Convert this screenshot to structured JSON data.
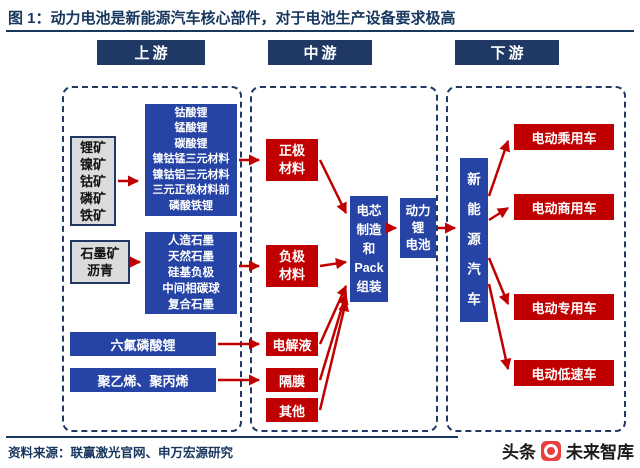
{
  "figure": {
    "title": "图 1：动力电池是新能源汽车核心部件，对于电池生产设备要求极高",
    "source": "资料来源：联赢激光官网、申万宏源研究"
  },
  "headers": {
    "upstream": "上游",
    "midstream": "中游",
    "downstream": "下游"
  },
  "upstream": {
    "ore_group1": "锂矿\n镍矿\n钴矿\n磷矿\n铁矿",
    "cathode_materials": "钴酸锂\n锰酸锂\n碳酸锂\n镍钴锰三元材料\n镍钴铝三元材料\n三元正极材料前\n磷酸铁锂",
    "ore_group2": "石墨矿\n沥青",
    "anode_materials": "人造石墨\n天然石墨\n硅基负极\n中间相碳球\n复合石墨",
    "electrolyte_material": "六氟磷酸锂",
    "separator_material": "聚乙烯、聚丙烯"
  },
  "midstream": {
    "cathode": "正极\n材料",
    "anode": "负极\n材料",
    "electrolyte": "电解液",
    "separator": "隔膜",
    "other": "其他",
    "cell_pack": "电芯\n制造\n和\nPack\n组装",
    "power_battery": "动力锂\n电池"
  },
  "downstream": {
    "nev": "新\n能\n源\n汽\n车",
    "vehicles": [
      "电动乘用车",
      "电动商用车",
      "电动专用车",
      "电动低速车"
    ]
  },
  "watermark": {
    "brand": "头条",
    "logo_icon": "toutiao-logo",
    "name": "未来智库"
  },
  "colors": {
    "navy": "#203864",
    "title_navy": "#17375E",
    "node_blue": "#2643A6",
    "node_red": "#C00000",
    "node_gray": "#DBDBDB",
    "arrow_red": "#C00000"
  }
}
